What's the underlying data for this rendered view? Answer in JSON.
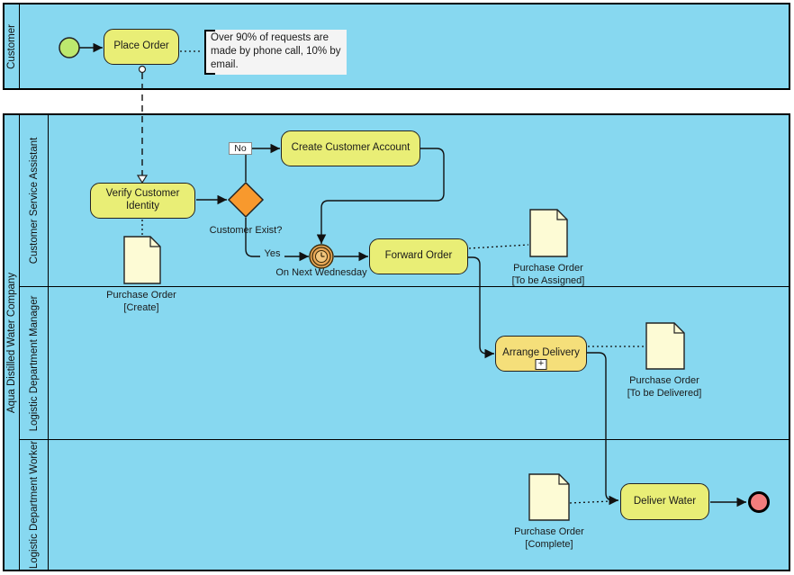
{
  "colors": {
    "lane-fill": "#87D8F0",
    "task-fill": "#E9EE76",
    "subprocess-fill": "#F5DF7A",
    "gateway-fill": "#F8992D",
    "timer-fill": "#E9A857",
    "timer-face": "#F3C77E",
    "start-fill": "#BDE86E",
    "end-fill": "#F37D7D",
    "document-fill": "#FDFBD5",
    "annotation-fill": "#F4F4F4",
    "stroke": "#111111"
  },
  "pools": [
    {
      "name": "Customer"
    },
    {
      "name": "Aqua Distilled Water Company",
      "lanes": [
        {
          "name": "Customer Service Assistant"
        },
        {
          "name": "Logistic Department Manager"
        },
        {
          "name": "Logistic Department Worker"
        }
      ]
    }
  ],
  "nodes": {
    "place_order": {
      "label": "Place Order"
    },
    "verify_customer_identity": {
      "label": "Verify Customer Identity"
    },
    "create_customer_account": {
      "label": "Create Customer Account"
    },
    "forward_order": {
      "label": "Forward Order"
    },
    "arrange_delivery": {
      "label": "Arrange Delivery",
      "marker": "+"
    },
    "deliver_water": {
      "label": "Deliver Water"
    },
    "gateway_customer_exist": {
      "label": "Customer Exist?"
    },
    "timer_event": {
      "label": "On Next Wednesday"
    }
  },
  "flow_labels": {
    "no": "No",
    "yes": "Yes"
  },
  "documents": {
    "po_create": {
      "label": "Purchase Order\n[Create]"
    },
    "po_to_be_assigned": {
      "label": "Purchase Order\n[To be Assigned]"
    },
    "po_to_be_delivered": {
      "label": "Purchase Order\n[To be Delivered]"
    },
    "po_complete": {
      "label": "Purchase Order\n[Complete]"
    }
  },
  "annotation": {
    "text": "Over 90% of requests are made by phone call, 10% by email."
  }
}
